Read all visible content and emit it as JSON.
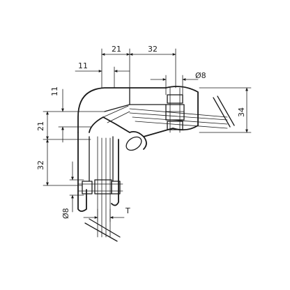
{
  "dimensions": {
    "top_21": "21",
    "top_32": "32",
    "left_11_top": "11",
    "left_11": "11",
    "left_21": "21",
    "left_32": "32",
    "right_34": "34",
    "dia_8_top": "Ø8",
    "dia_8_bottom": "Ø8",
    "thickness": "T"
  },
  "colors": {
    "ink": "#1a1a1a",
    "background": "#ffffff"
  }
}
